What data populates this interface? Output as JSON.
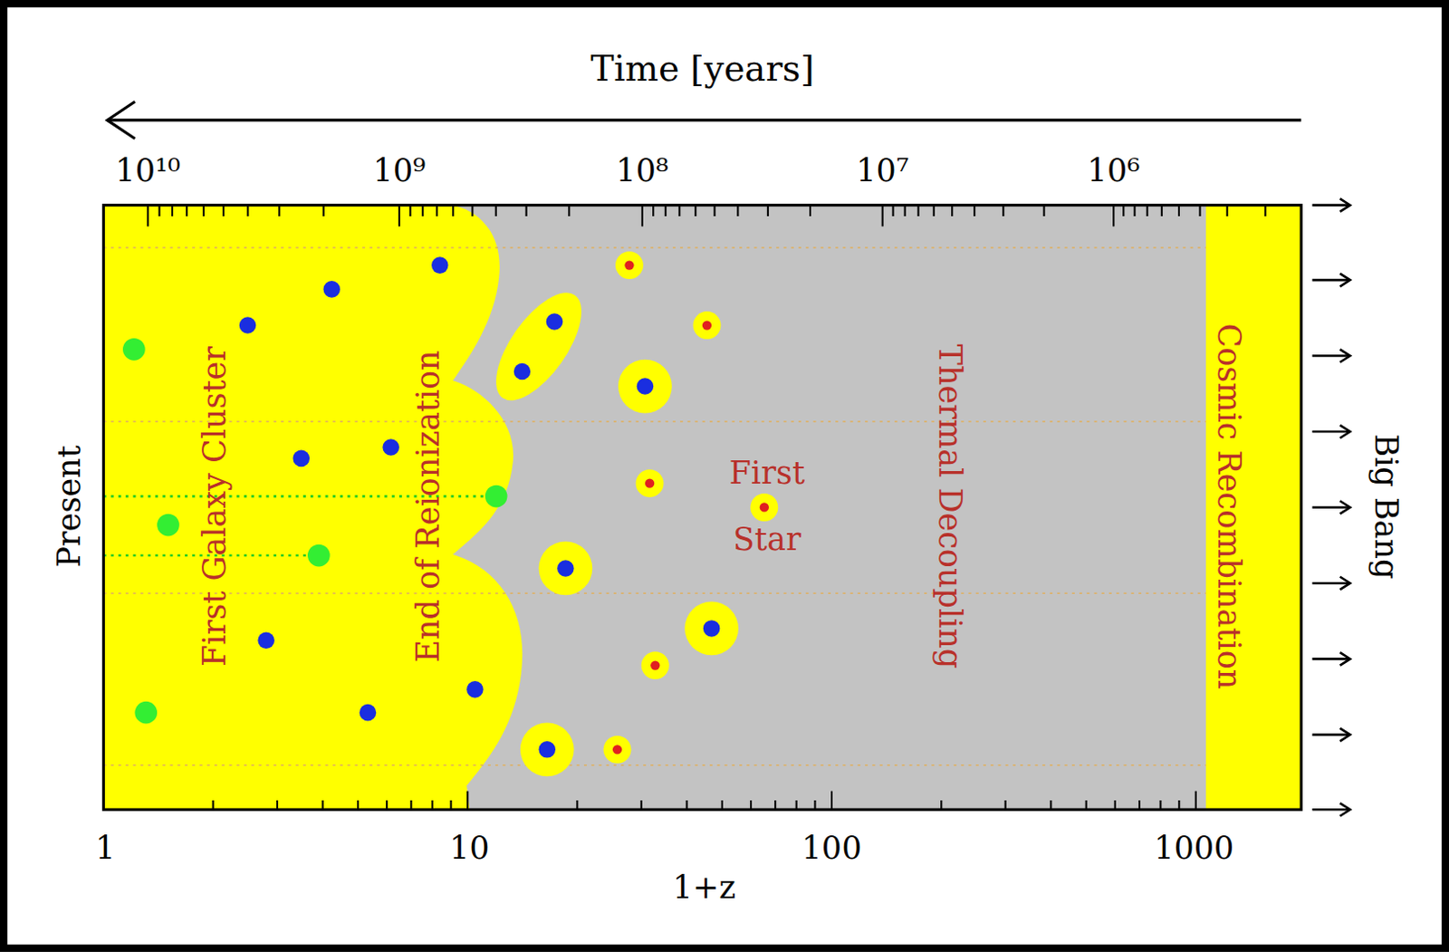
{
  "diagram": {
    "labels": [
      "Time [years]",
      "10¹⁰",
      "10⁹",
      "10⁸",
      "10⁷",
      "10⁶",
      "Present",
      "First Galaxy Cluster",
      "End of Reionization",
      "First Star",
      "Thermal Decoupling",
      "Cosmic Recombination",
      "Big Bang",
      "1",
      "10",
      "100",
      "1000",
      "1+z"
    ]
  }
}
